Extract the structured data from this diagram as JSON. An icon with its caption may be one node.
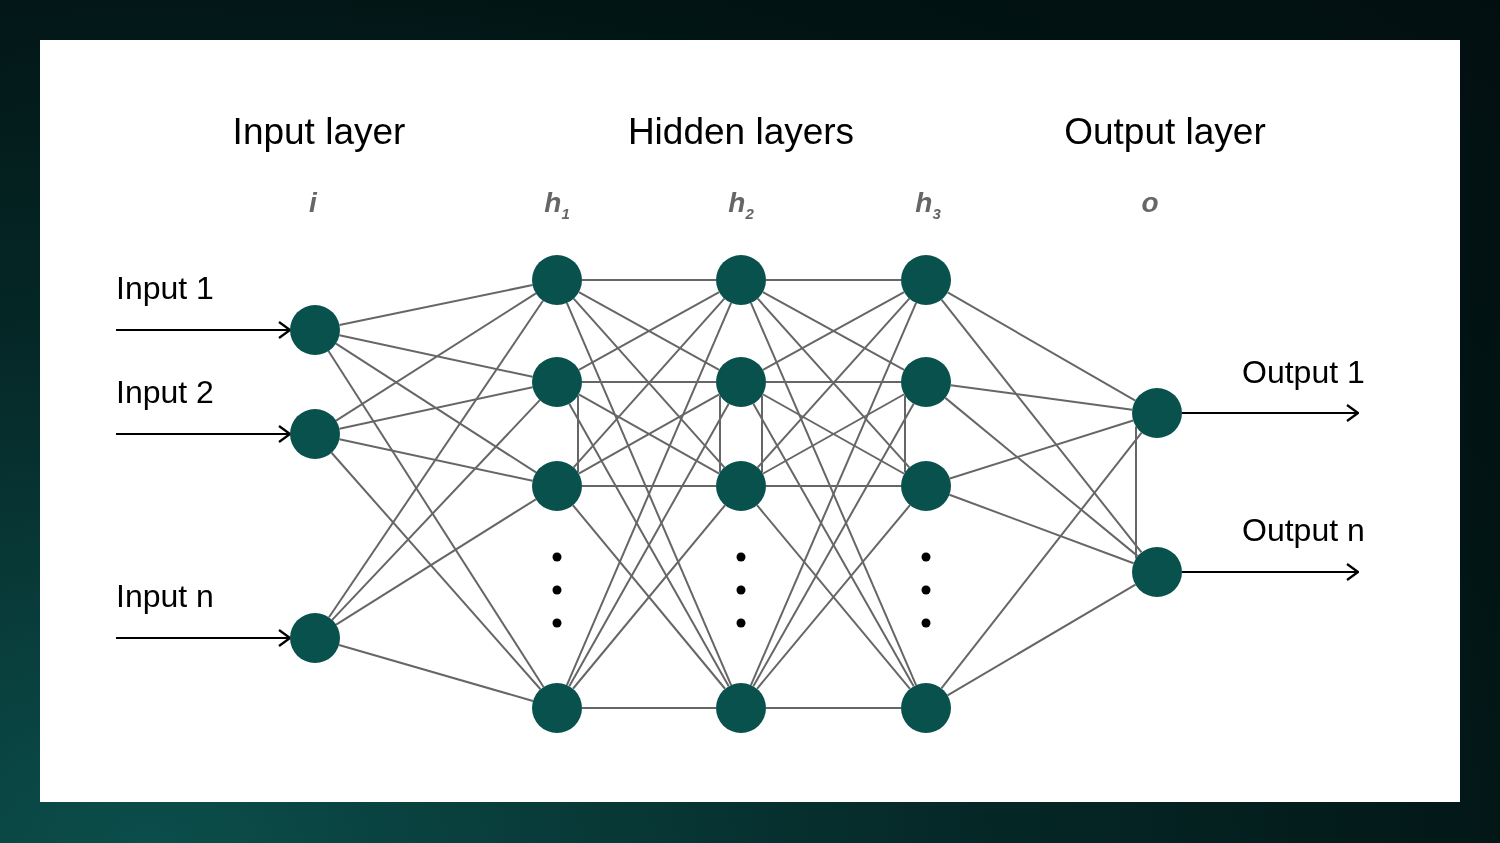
{
  "diagram": {
    "nodes": [
      {
        "text": [
          "Input 1"
        ]
      },
      {
        "text": [
          "Input 2"
        ]
      },
      {
        "text": [
          "Input n"
        ]
      },
      {
        "text": [],
        "shape": "circle"
      },
      {
        "text": [],
        "shape": "circle"
      },
      {
        "text": [],
        "shape": "circle"
      },
      {
        "text": [],
        "shape": "circle"
      },
      {
        "text": [],
        "shape": "circle"
      },
      {
        "text": [],
        "shape": "circle"
      },
      {
        "text": [],
        "shape": "circle"
      },
      {
        "text": [],
        "shape": "circle"
      },
      {
        "text": [],
        "shape": "circle"
      },
      {
        "text": [],
        "shape": "circle"
      },
      {
        "text": [],
        "shape": "circle"
      },
      {
        "text": [],
        "shape": "circle"
      },
      {
        "text": [],
        "shape": "circle"
      },
      {
        "text": [],
        "shape": "circle"
      },
      {
        "text": [],
        "shape": "circle"
      },
      {
        "text": [],
        "shape": "circle"
      },
      {
        "text": [],
        "shape": "circle"
      },
      {
        "text": [
          "Output 1"
        ]
      },
      {
        "text": [
          "Output n"
        ]
      }
    ],
    "edges": [
      {
        "from": 0,
        "to": 3,
        "arrow": "to",
        "color": "#000000"
      },
      {
        "from": 1,
        "to": 4,
        "arrow": "to",
        "color": "#000000"
      },
      {
        "from": 2,
        "to": 5,
        "arrow": "to",
        "color": "#000000"
      },
      {
        "from": 3,
        "to": 6,
        "arrow": "none"
      },
      {
        "from": 3,
        "to": 7,
        "arrow": "none"
      },
      {
        "from": 3,
        "to": 8,
        "arrow": "none"
      },
      {
        "from": 3,
        "to": 9,
        "arrow": "none"
      },
      {
        "from": 4,
        "to": 6,
        "arrow": "none"
      },
      {
        "from": 4,
        "to": 7,
        "arrow": "none"
      },
      {
        "from": 4,
        "to": 8,
        "arrow": "none"
      },
      {
        "from": 4,
        "to": 9,
        "arrow": "none"
      },
      {
        "from": 5,
        "to": 6,
        "arrow": "none"
      },
      {
        "from": 5,
        "to": 7,
        "arrow": "none"
      },
      {
        "from": 5,
        "to": 8,
        "arrow": "none"
      },
      {
        "from": 5,
        "to": 9,
        "arrow": "none"
      },
      {
        "from": 6,
        "to": 10,
        "arrow": "none"
      },
      {
        "from": 6,
        "to": 11,
        "arrow": "none"
      },
      {
        "from": 6,
        "to": 12,
        "arrow": "none"
      },
      {
        "from": 6,
        "to": 13,
        "arrow": "none"
      },
      {
        "from": 7,
        "to": 10,
        "arrow": "none"
      },
      {
        "from": 7,
        "to": 11,
        "arrow": "none"
      },
      {
        "from": 7,
        "to": 12,
        "arrow": "none"
      },
      {
        "from": 7,
        "to": 13,
        "arrow": "none"
      },
      {
        "from": 8,
        "to": 10,
        "arrow": "none"
      },
      {
        "from": 8,
        "to": 11,
        "arrow": "none"
      },
      {
        "from": 8,
        "to": 12,
        "arrow": "none"
      },
      {
        "from": 8,
        "to": 13,
        "arrow": "none"
      },
      {
        "from": 9,
        "to": 10,
        "arrow": "none"
      },
      {
        "from": 9,
        "to": 11,
        "arrow": "none"
      },
      {
        "from": 9,
        "to": 12,
        "arrow": "none"
      },
      {
        "from": 9,
        "to": 13,
        "arrow": "none"
      },
      {
        "from": 10,
        "to": 14,
        "arrow": "none"
      },
      {
        "from": 10,
        "to": 15,
        "arrow": "none"
      },
      {
        "from": 10,
        "to": 16,
        "arrow": "none"
      },
      {
        "from": 10,
        "to": 17,
        "arrow": "none"
      },
      {
        "from": 11,
        "to": 14,
        "arrow": "none"
      },
      {
        "from": 11,
        "to": 15,
        "arrow": "none"
      },
      {
        "from": 11,
        "to": 16,
        "arrow": "none"
      },
      {
        "from": 11,
        "to": 17,
        "arrow": "none"
      },
      {
        "from": 12,
        "to": 14,
        "arrow": "none"
      },
      {
        "from": 12,
        "to": 15,
        "arrow": "none"
      },
      {
        "from": 12,
        "to": 16,
        "arrow": "none"
      },
      {
        "from": 12,
        "to": 17,
        "arrow": "none"
      },
      {
        "from": 13,
        "to": 14,
        "arrow": "none"
      },
      {
        "from": 13,
        "to": 15,
        "arrow": "none"
      },
      {
        "from": 13,
        "to": 16,
        "arrow": "none"
      },
      {
        "from": 13,
        "to": 17,
        "arrow": "none"
      },
      {
        "from": 14,
        "to": 18,
        "arrow": "none"
      },
      {
        "from": 14,
        "to": 19,
        "arrow": "none"
      },
      {
        "from": 15,
        "to": 18,
        "arrow": "none"
      },
      {
        "from": 15,
        "to": 19,
        "arrow": "none"
      },
      {
        "from": 16,
        "to": 18,
        "arrow": "none"
      },
      {
        "from": 16,
        "to": 19,
        "arrow": "none"
      },
      {
        "from": 17,
        "to": 18,
        "arrow": "none"
      },
      {
        "from": 17,
        "to": 19,
        "arrow": "none"
      },
      {
        "from": 7,
        "to": 8,
        "arrow": "none"
      },
      {
        "from": 11,
        "to": 12,
        "arrow": "none"
      },
      {
        "from": 11,
        "to": 12,
        "arrow": "none"
      },
      {
        "from": 15,
        "to": 16,
        "arrow": "none"
      },
      {
        "from": 18,
        "to": 19,
        "arrow": "none"
      },
      {
        "from": 18,
        "to": 20,
        "arrow": "to",
        "color": "#000000"
      },
      {
        "from": 19,
        "to": 21,
        "arrow": "to",
        "color": "#000000"
      }
    ],
    "labels": [
      "Input layer",
      "Hidden layers",
      "Output layer",
      "i",
      "h$_{1}$",
      "h$_{2}$",
      "h$_{3}$",
      "o"
    ]
  }
}
